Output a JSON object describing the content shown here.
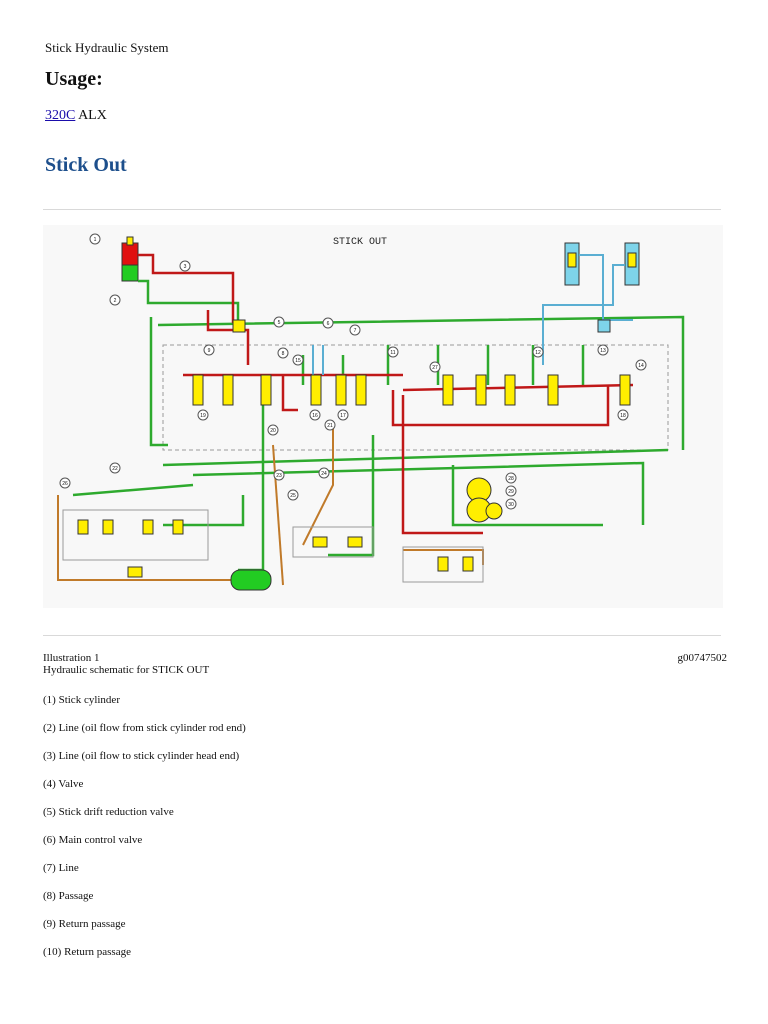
{
  "document": {
    "header": "Stick Hydraulic System",
    "usage_heading": "Usage:",
    "usage_link": "320C",
    "usage_suffix": " ALX",
    "section_title": "Stick Out",
    "schematic_title": "STICK OUT",
    "callouts": [
      "1",
      "2",
      "3",
      "5",
      "6",
      "7",
      "8",
      "9",
      "11",
      "12",
      "13",
      "14",
      "15",
      "16",
      "17",
      "18",
      "19",
      "20",
      "21",
      "22",
      "23",
      "24",
      "25",
      "26",
      "27",
      "28",
      "29",
      "30"
    ],
    "caption_label": "Illustration 1",
    "caption_id": "g00747502",
    "caption_text": "Hydraulic schematic for STICK OUT",
    "items": [
      "(1) Stick cylinder",
      "(2) Line (oil flow from stick cylinder rod end)",
      "(3) Line (oil flow to stick cylinder head end)",
      "(4) Valve",
      "(5) Stick drift reduction valve",
      "(6) Main control valve",
      "(7) Line",
      "(8) Passage",
      "(9) Return passage",
      "(10) Return passage"
    ]
  }
}
